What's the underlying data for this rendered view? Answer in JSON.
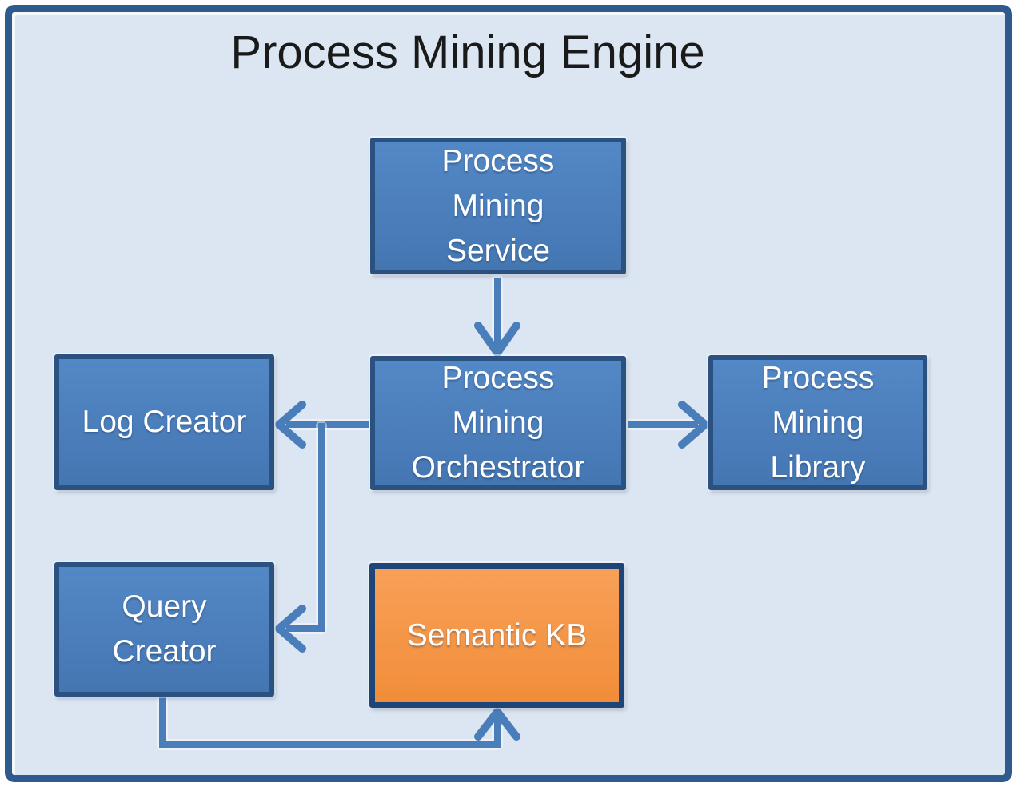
{
  "title": "Process Mining Engine",
  "colors": {
    "frame_fill": "#dce6f2",
    "frame_border": "#2f5a8e",
    "node_fill_light": "#5388c6",
    "node_fill_dark": "#4476b2",
    "node_border": "#2b5180",
    "node_text": "#ffffff",
    "kb_fill_light": "#f8a058",
    "kb_fill_dark": "#f18d39",
    "kb_border": "#1e4577",
    "connector": "#4a7ebb",
    "title_color": "#1a1a1a"
  },
  "nodes": {
    "service": {
      "label": "Process Mining Service",
      "lines": [
        "Process",
        "Mining",
        "Service"
      ]
    },
    "orchestrator": {
      "label": "Process Mining Orchestrator",
      "lines": [
        "Process",
        "Mining",
        "Orchestrator"
      ]
    },
    "log_creator": {
      "label": "Log Creator",
      "lines": [
        "Log Creator"
      ]
    },
    "library": {
      "label": "Process Mining Library",
      "lines": [
        "Process",
        "Mining",
        "Library"
      ]
    },
    "query_creator": {
      "label": "Query Creator",
      "lines": [
        "Query",
        "Creator"
      ]
    },
    "semantic_kb": {
      "label": "Semantic KB",
      "lines": [
        "Semantic KB"
      ]
    }
  },
  "connectors": [
    {
      "id": "service-to-orchestrator",
      "from": "Process Mining Service",
      "to": "Process Mining Orchestrator",
      "route": "straight-down"
    },
    {
      "id": "orchestrator-to-log-creator",
      "from": "Process Mining Orchestrator",
      "to": "Log Creator",
      "route": "straight-left"
    },
    {
      "id": "orchestrator-to-library",
      "from": "Process Mining Orchestrator",
      "to": "Process Mining Library",
      "route": "straight-right"
    },
    {
      "id": "orchestrator-to-query-creator",
      "from": "Process Mining Orchestrator",
      "to": "Query Creator",
      "route": "branch-down-then-left"
    },
    {
      "id": "query-creator-to-semantic-kb",
      "from": "Query Creator",
      "to": "Semantic KB",
      "route": "down-right-then-up"
    }
  ]
}
